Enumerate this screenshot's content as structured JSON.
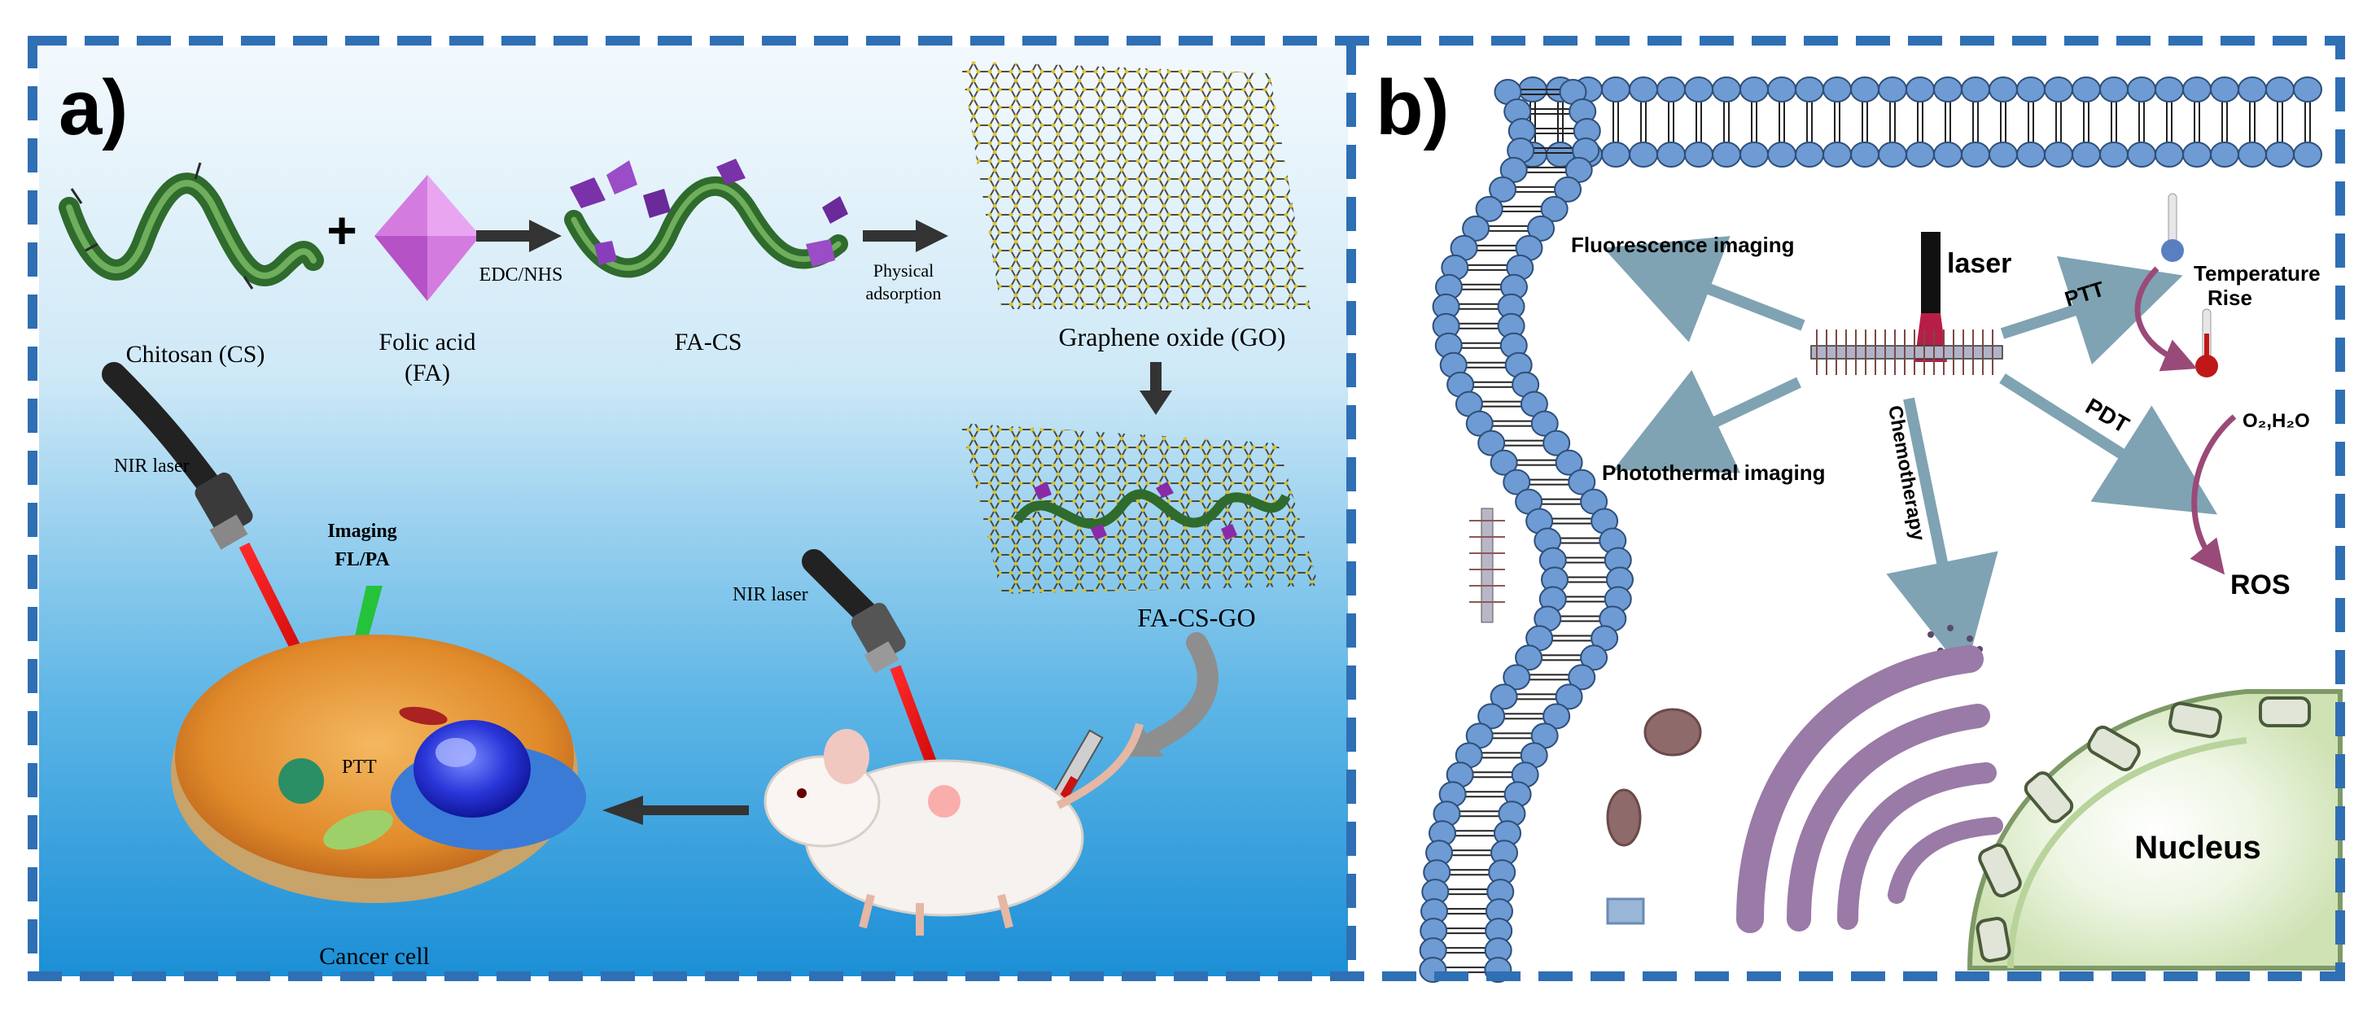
{
  "panel_a": {
    "label": "a)",
    "chitosan": "Chitosan (CS)",
    "folic_acid_line1": "Folic acid",
    "folic_acid_line2": "(FA)",
    "edc_nhs": "EDC/NHS",
    "fa_cs": "FA-CS",
    "physical_line1": "Physical",
    "physical_line2": "adsorption",
    "graphene_oxide": "Graphene oxide (GO)",
    "fa_cs_go": "FA-CS-GO",
    "nir_laser_left": "NIR laser",
    "nir_laser_right": "NIR laser",
    "imaging_line1": "Imaging",
    "imaging_line2": "FL/PA",
    "ptt": "PTT",
    "cancer_cell": "Cancer cell",
    "plus": "+"
  },
  "panel_b": {
    "label": "b)",
    "laser": "laser",
    "fluorescence_imaging": "Fluorescence imaging",
    "photothermal_imaging": "Photothermal imaging",
    "chemotherapy": "Chemotherapy",
    "ptt": "PTT",
    "pdt": "PDT",
    "temperature_line1": "Temperature",
    "temperature_line2": "Rise",
    "o2_h2o": "O₂,H₂O",
    "ros": "ROS",
    "nucleus": "Nucleus"
  },
  "colors": {
    "frame_dash": "#2f6fb4",
    "sky_top": "#e9f4fb",
    "sky_bottom": "#1b8fd6",
    "membrane_head": "#6e9bd3",
    "arrow": "#7fa3b3",
    "golgi": "#9a7aa6",
    "nucleus_fill": "#dcecc6"
  }
}
